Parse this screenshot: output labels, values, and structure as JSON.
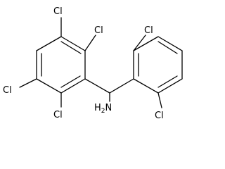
{
  "molecule": {
    "atoms": {
      "cl_top_left": "Cl",
      "cl_top_right": "Cl",
      "cl_left": "Cl",
      "cl_bottom_left": "Cl",
      "cl_top_right_ring": "Cl",
      "cl_bottom_right_ring": "Cl",
      "amine_h": "H",
      "amine_sub": "2",
      "amine_n": "N"
    },
    "colors": {
      "bond": "#000000",
      "text": "#000000",
      "background": "#ffffff"
    }
  }
}
